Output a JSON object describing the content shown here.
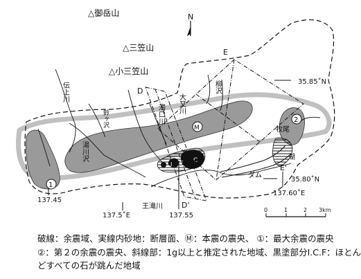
{
  "mountains": [
    {
      "id": "ontake",
      "label": "△御岳山"
    },
    {
      "id": "mikasa",
      "label": "△三笠山"
    },
    {
      "id": "komikasa",
      "label": "△小三笠山"
    }
  ],
  "north_label": "N",
  "coords": {
    "lat_north": "35.85˚N",
    "lat_south": "35.80˚N",
    "lon_east": "137.60˚E",
    "lon_1": "137.45",
    "lon_2": "137.5˚E",
    "lon_3": "137.55"
  },
  "profile_labels": {
    "D": "D",
    "D_prime": "D'",
    "E": "E",
    "E_prime": "E'"
  },
  "place_labels": {
    "dengami": "伝上川",
    "suzugasawa": "鈴ヶ沢",
    "yuzawa": "湯川沢",
    "seikochi": "濁口川",
    "ohmata": "大又川",
    "yanagisawa": "柳沢",
    "makio": "牧尾",
    "oodaki": "王滝川",
    "kogawa": "湖",
    "dam": "ダム"
  },
  "symbols": {
    "M": "M",
    "one": "1",
    "two": "2",
    "I": "I",
    "C": "C",
    "F": "F"
  },
  "scale": {
    "t0": "0",
    "t1": "1",
    "t2": "2",
    "t3": "3km"
  },
  "legend": [
    "破線：余震域、実線内砂地：断層面、Ⓜ：本震の震央、 ①：最大余震の震央",
    "②：第２の余震の震央、斜線部：1g以上と推定された地域、黒塗部分I.C.F：ほとん",
    "どすべての石が跳んだ地域"
  ]
}
